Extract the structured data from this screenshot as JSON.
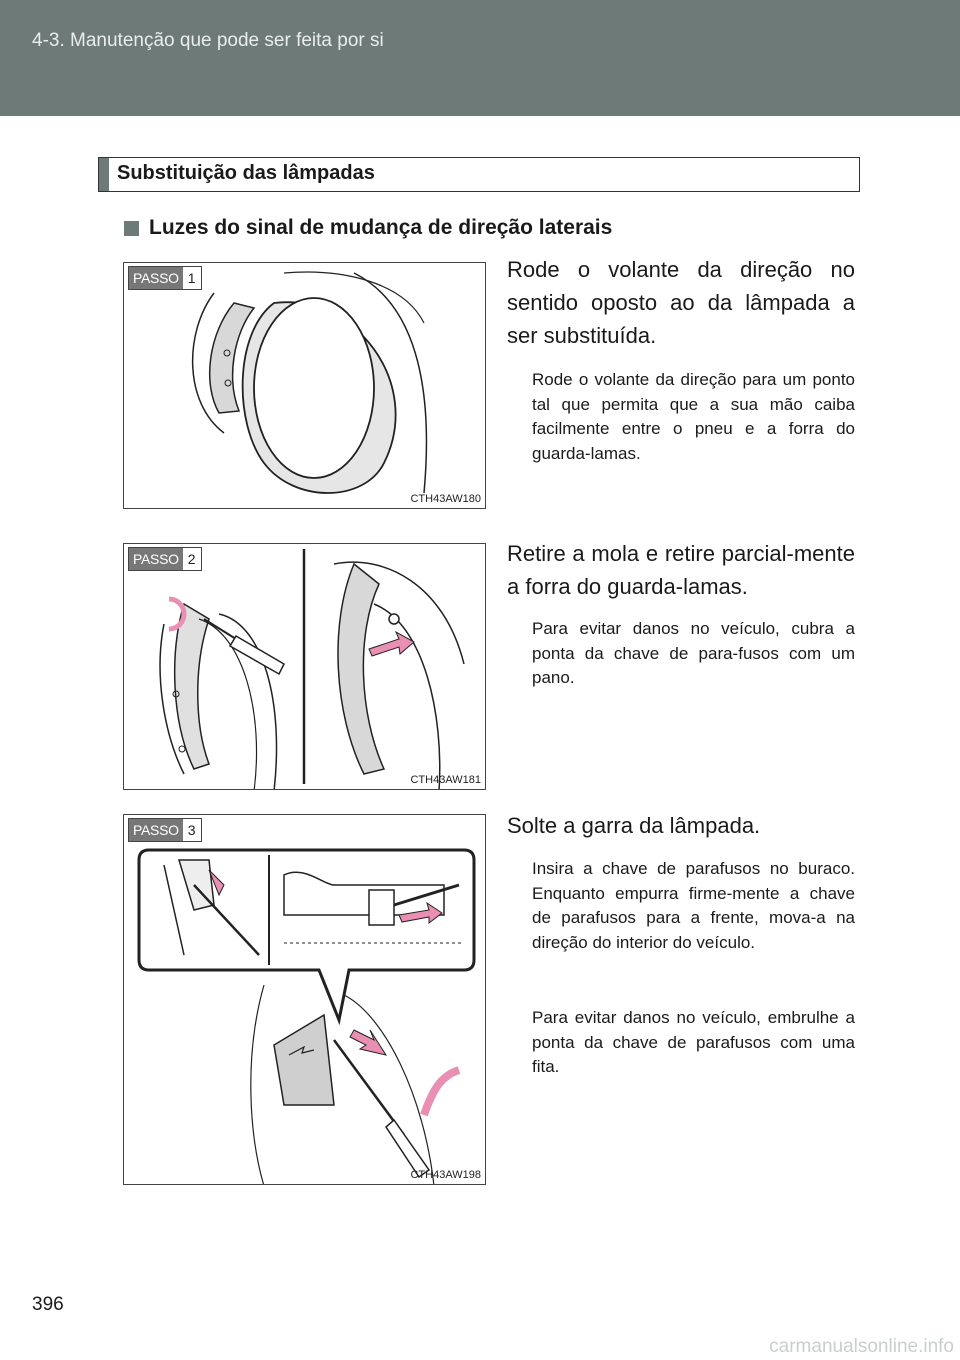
{
  "header": {
    "section": "4-3. Manutenção que pode ser feita por si"
  },
  "section_title": "Substituição das lâmpadas",
  "sub_heading": "Luzes do sinal de mudança de direção laterais",
  "steps": [
    {
      "passo_label": "PASSO",
      "number": "1",
      "figure_code": "CTH43AW180",
      "main": "Rode o volante da direção no sentido oposto ao da lâmpada a ser substituída.",
      "details": [
        "Rode o volante da direção para um ponto tal que permita que a sua mão caiba facilmente entre o pneu e a forra do guarda-lamas."
      ]
    },
    {
      "passo_label": "PASSO",
      "number": "2",
      "figure_code": "CTH43AW181",
      "main": "Retire a mola e retire parcial-mente a forra do guarda-lamas.",
      "details": [
        "Para evitar danos no veículo, cubra a ponta da chave de para-fusos com um pano."
      ]
    },
    {
      "passo_label": "PASSO",
      "number": "3",
      "figure_code": "CTH43AW198",
      "main": "Solte a garra da lâmpada.",
      "details": [
        "Insira a chave de parafusos no buraco. Enquanto empurra firme-mente a chave de parafusos para a frente, mova-a na direção do interior do veículo.",
        "Para evitar danos no veículo, embrulhe a ponta da chave de parafusos com uma fita."
      ]
    }
  ],
  "page_number": "396",
  "footer_logo": "carmanualsonline.info",
  "colors": {
    "header_bg": "#6d7a78",
    "arrow_pink": "#e98fb3"
  }
}
